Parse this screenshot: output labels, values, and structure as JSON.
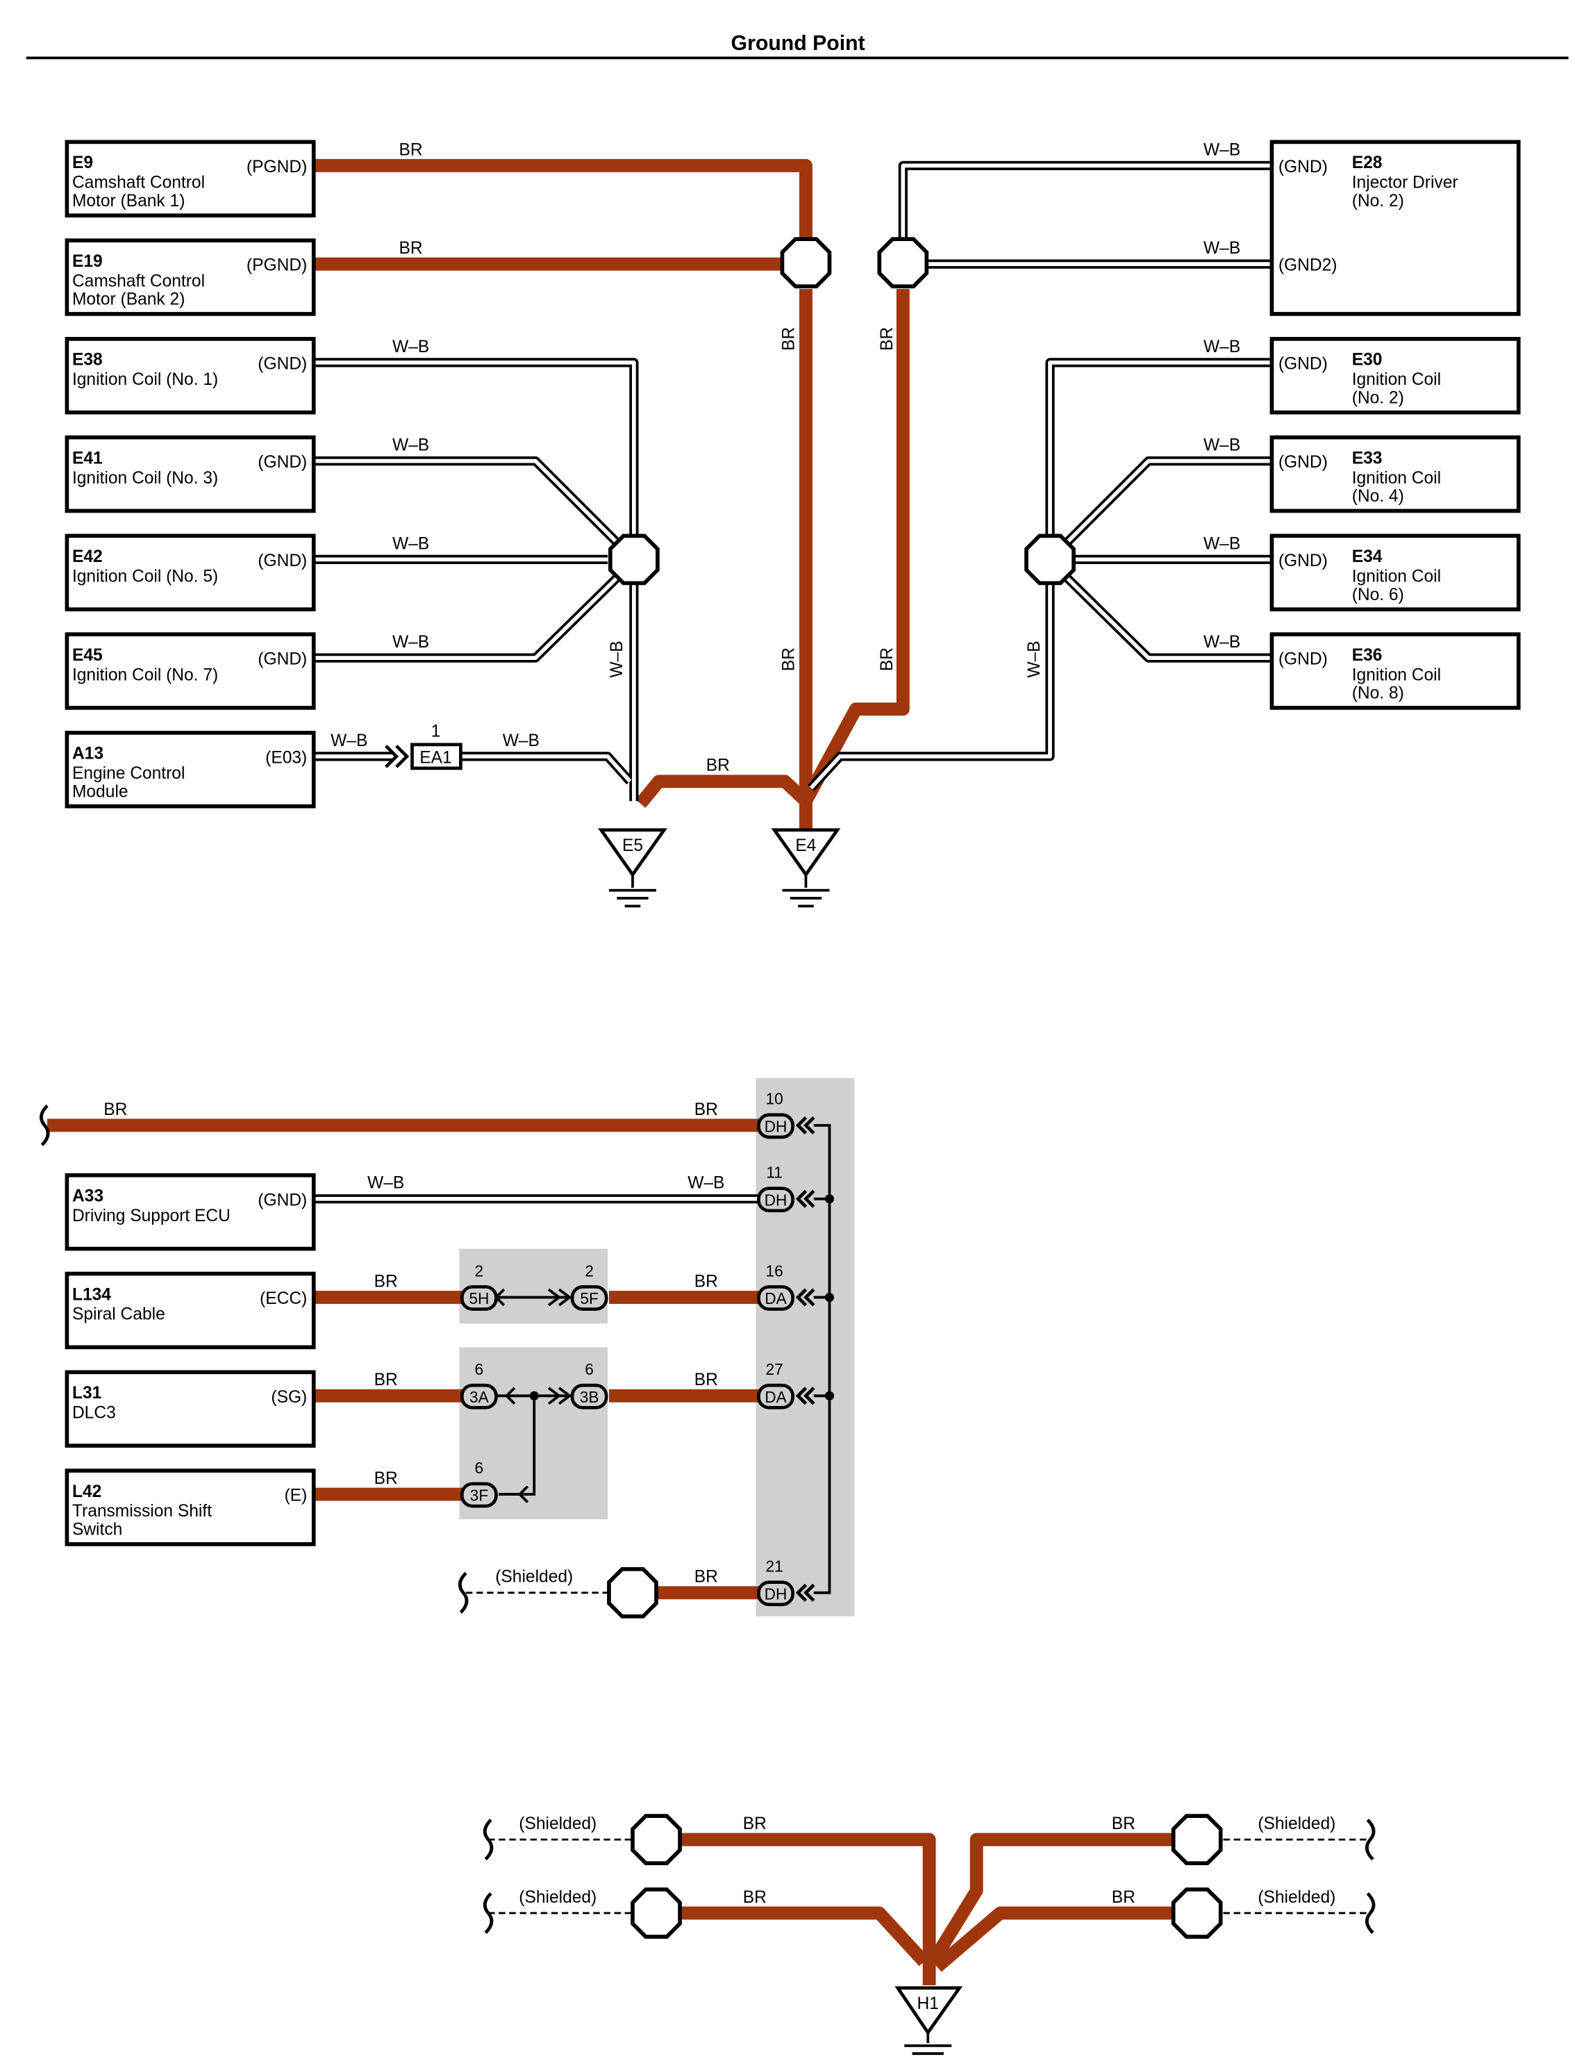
{
  "title": "Ground Point",
  "colors": {
    "br": "#a0360c",
    "shade": "#d0d0d0",
    "line": "#000000"
  },
  "wire": {
    "br": "BR",
    "wb": "W–B"
  },
  "components": {
    "e9": {
      "code": "E9",
      "name": [
        "Camshaft Control",
        "Motor (Bank 1)"
      ],
      "pin": "(PGND)"
    },
    "e19": {
      "code": "E19",
      "name": [
        "Camshaft Control",
        "Motor (Bank 2)"
      ],
      "pin": "(PGND)"
    },
    "e38": {
      "code": "E38",
      "name": [
        "Ignition Coil (No. 1)"
      ],
      "pin": "(GND)"
    },
    "e41": {
      "code": "E41",
      "name": [
        "Ignition Coil (No. 3)"
      ],
      "pin": "(GND)"
    },
    "e42": {
      "code": "E42",
      "name": [
        "Ignition Coil (No. 5)"
      ],
      "pin": "(GND)"
    },
    "e45": {
      "code": "E45",
      "name": [
        "Ignition Coil (No. 7)"
      ],
      "pin": "(GND)"
    },
    "a13": {
      "code": "A13",
      "name": [
        "Engine Control",
        "Module"
      ],
      "pin": "(E03)"
    },
    "e28": {
      "code": "E28",
      "name": [
        "Injector Driver",
        "(No. 2)"
      ],
      "pin": "(GND)",
      "pin2": "(GND2)"
    },
    "e30": {
      "code": "E30",
      "name": [
        "Ignition Coil",
        "(No. 2)"
      ],
      "pin": "(GND)"
    },
    "e33": {
      "code": "E33",
      "name": [
        "Ignition Coil",
        "(No. 4)"
      ],
      "pin": "(GND)"
    },
    "e34": {
      "code": "E34",
      "name": [
        "Ignition Coil",
        "(No. 6)"
      ],
      "pin": "(GND)"
    },
    "e36": {
      "code": "E36",
      "name": [
        "Ignition Coil",
        "(No. 8)"
      ],
      "pin": "(GND)"
    },
    "a33": {
      "code": "A33",
      "name": [
        "Driving Support ECU"
      ],
      "pin": "(GND)"
    },
    "l134": {
      "code": "L134",
      "name": [
        "Spiral Cable"
      ],
      "pin": "(ECC)"
    },
    "l31": {
      "code": "L31",
      "name": [
        "DLC3"
      ],
      "pin": "(SG)"
    },
    "l42": {
      "code": "L42",
      "name": [
        "Transmission Shift",
        "Switch"
      ],
      "pin": "(E)"
    }
  },
  "connector_ea1": {
    "id": "EA1",
    "pin": "1"
  },
  "grounds": {
    "e5": "E5",
    "e4": "E4",
    "h1": "H1"
  },
  "junctions": {
    "dh10": {
      "id": "DH",
      "pin": "10"
    },
    "dh11": {
      "id": "DH",
      "pin": "11"
    },
    "da16": {
      "id": "DA",
      "pin": "16"
    },
    "da27": {
      "id": "DA",
      "pin": "27"
    },
    "dh21": {
      "id": "DH",
      "pin": "21"
    },
    "c5h": {
      "id": "5H",
      "pin": "2"
    },
    "c5f": {
      "id": "5F",
      "pin": "2"
    },
    "c3a": {
      "id": "3A",
      "pin": "6"
    },
    "c3b": {
      "id": "3B",
      "pin": "6"
    },
    "c3f": {
      "id": "3F",
      "pin": "6"
    }
  },
  "shielded": "(Shielded)"
}
